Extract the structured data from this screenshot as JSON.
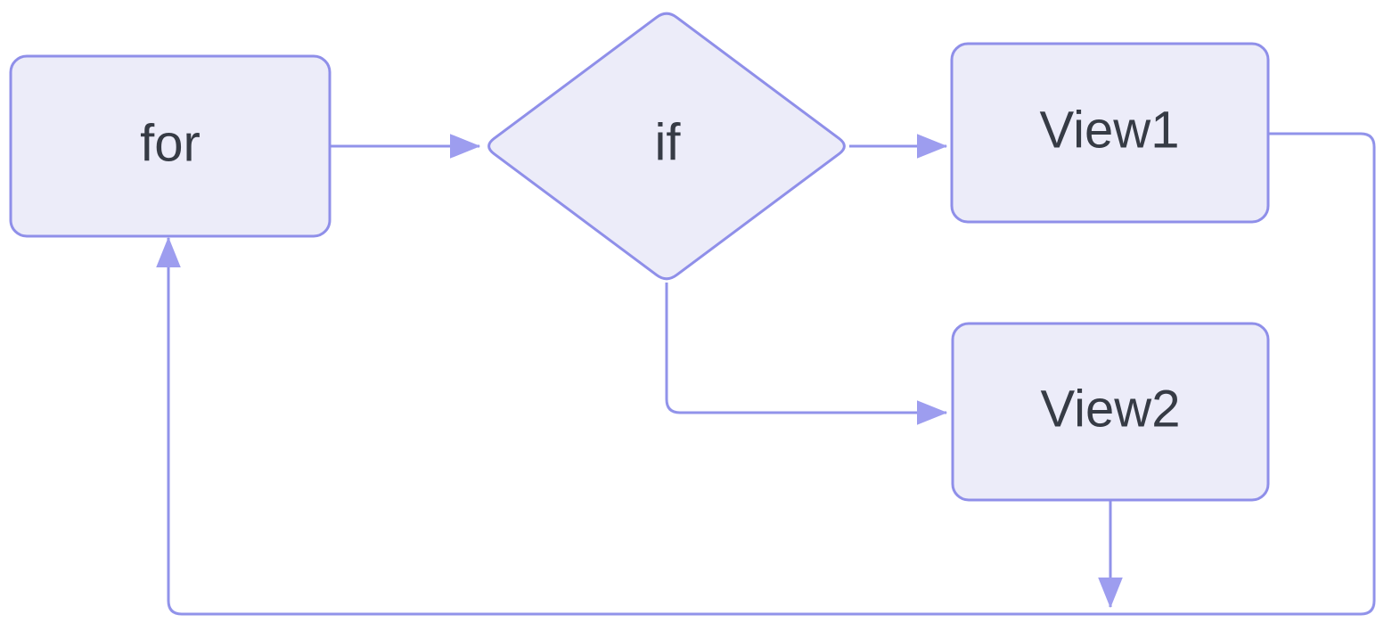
{
  "diagram": {
    "type": "flowchart",
    "direction": "left-to-right",
    "nodes": [
      {
        "id": "for",
        "label": "for",
        "shape": "rounded-rectangle"
      },
      {
        "id": "if",
        "label": "if",
        "shape": "diamond"
      },
      {
        "id": "view1",
        "label": "View1",
        "shape": "rounded-rectangle"
      },
      {
        "id": "view2",
        "label": "View2",
        "shape": "rounded-rectangle"
      }
    ],
    "edges": [
      {
        "from": "for",
        "to": "if",
        "style": "arrow"
      },
      {
        "from": "if",
        "to": "view1",
        "style": "arrow"
      },
      {
        "from": "if",
        "to": "view2",
        "style": "arrow"
      },
      {
        "from": "view1",
        "to": "for",
        "style": "arrow",
        "route": "loop-right-bottom-left"
      },
      {
        "from": "view2",
        "to": "for",
        "style": "arrow",
        "route": "down-to-bottom-loop"
      }
    ],
    "colors": {
      "node_fill": "#ECECF9",
      "node_stroke": "#8F8FE9",
      "edge_stroke": "#9193EA",
      "arrowhead_fill": "#9D9DEF",
      "label_text": "#363B45",
      "background": "#FFFFFF"
    }
  }
}
